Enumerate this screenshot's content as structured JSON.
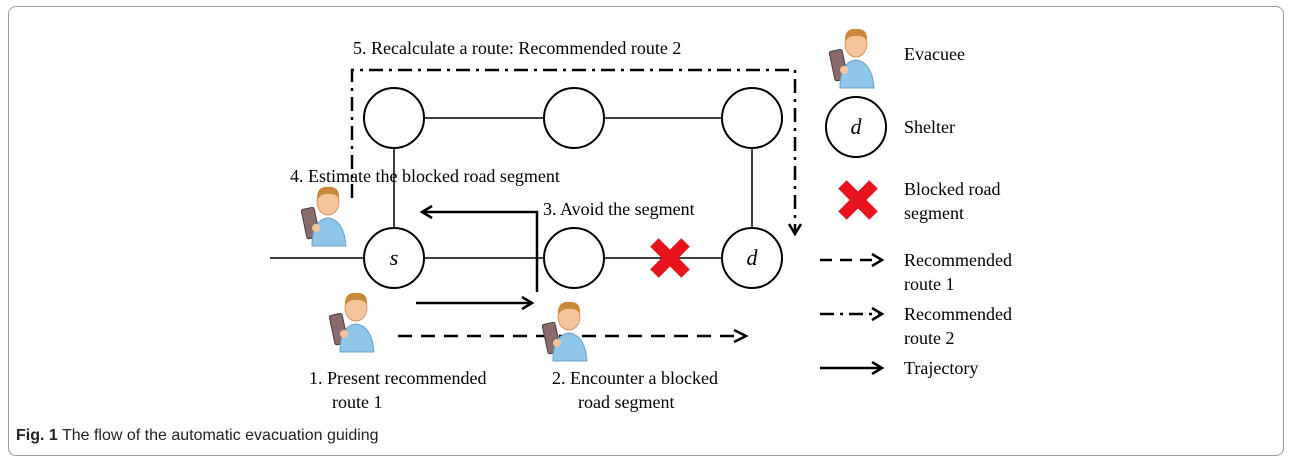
{
  "steps": {
    "step1_line1": "1. Present recommended",
    "step1_line2": "route 1",
    "step2_line1": "2. Encounter a blocked",
    "step2_line2": "road segment",
    "step3": "3. Avoid the segment",
    "step4": "4. Estimate the blocked road segment",
    "step5": "5. Recalculate a route: Recommended route 2"
  },
  "nodes": {
    "start_label": "s",
    "shelter_label": "d"
  },
  "legend": {
    "evacuee": "Evacuee",
    "shelter_symbol": "d",
    "shelter": "Shelter",
    "blocked_line1": "Blocked road",
    "blocked_line2": "segment",
    "route1_line1": "Recommended",
    "route1_line2": "route 1",
    "route2_line1": "Recommended",
    "route2_line2": "route 2",
    "trajectory": "Trajectory"
  },
  "caption": {
    "label": "Fig. 1",
    "text": "The flow of the automatic evacuation guiding"
  },
  "colors": {
    "blocked_cross": "#e8141b",
    "person_shirt": "#8ec6ea",
    "person_hair": "#c9893a",
    "person_skin": "#f6c49a",
    "phone": "#8a6b6b"
  }
}
